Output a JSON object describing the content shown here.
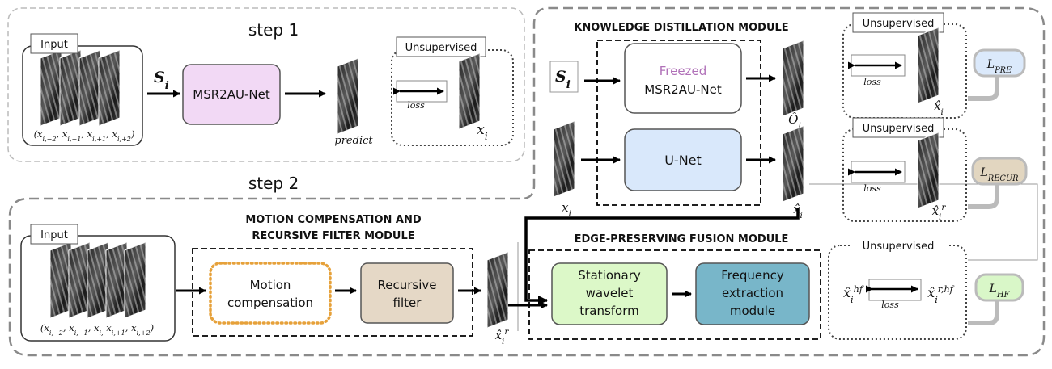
{
  "step1": {
    "title": "step 1",
    "input_label": "Input",
    "frames_formula": "(x_{i,−2}, x_{i,−1}, x_{i,+1}, x_{i,+2})",
    "s_i": "S_i",
    "network": "MSR2AU-Net",
    "predict": "predict",
    "unsupervised": "Unsupervised",
    "loss": "loss",
    "target": "x_i"
  },
  "kd": {
    "title": "KNOWLEDGE DISTILLATION MODULE",
    "s_i": "S_i",
    "freezed": "Freezed",
    "frozen_net": "MSR2AU-Net",
    "unet": "U-Net",
    "x_i": "x_i",
    "o_hat": "Ô_i",
    "x_hat": "x̂_i",
    "unsup1": "Unsupervised",
    "unsup2": "Unsupervised",
    "loss": "loss",
    "loss1_target": "x̂_i",
    "loss2_target": "x̂_i^r",
    "L_pre": "L_PRE",
    "L_recur": "L_RECUR"
  },
  "step2": {
    "title": "step 2",
    "input_label": "Input",
    "frames_formula": "(x_{i,−2}, x_{i,−1}, x_i, x_{i,+1}, x_{i,+2})",
    "mcrf_title_1": "MOTION COMPENSATION AND",
    "mcrf_title_2": "RECURSIVE FILTER MODULE",
    "motion_1": "Motion",
    "motion_2": "compensation",
    "recursive_1": "Recursive",
    "recursive_2": "filter",
    "xr": "x̂_i^r"
  },
  "epf": {
    "title": "EDGE-PRESERVING FUSION MODULE",
    "swt_1": "Stationary",
    "swt_2": "wavelet",
    "swt_3": "transform",
    "fem_1": "Frequency",
    "fem_2": "extraction",
    "fem_3": "module",
    "unsupervised": "Unsupervised",
    "hf_left": "x̂_i^{hf}",
    "hf_right": "x̂_i^{r,hf}",
    "loss": "loss",
    "L_hf": "L_HF"
  },
  "colors": {
    "msr2au_fill": "#f2d9f5",
    "unet_fill": "#d9e8fb",
    "motion_border": "#e6a13a",
    "recursive_fill": "#e5d8c6",
    "swt_fill": "#dcf8c8",
    "fem_fill": "#78b6c9",
    "freezed_text": "#b070b8",
    "L_pre_fill": "#dbe9fb",
    "L_recur_fill": "#e2d6c0",
    "L_hf_fill": "#d9f7c8"
  }
}
